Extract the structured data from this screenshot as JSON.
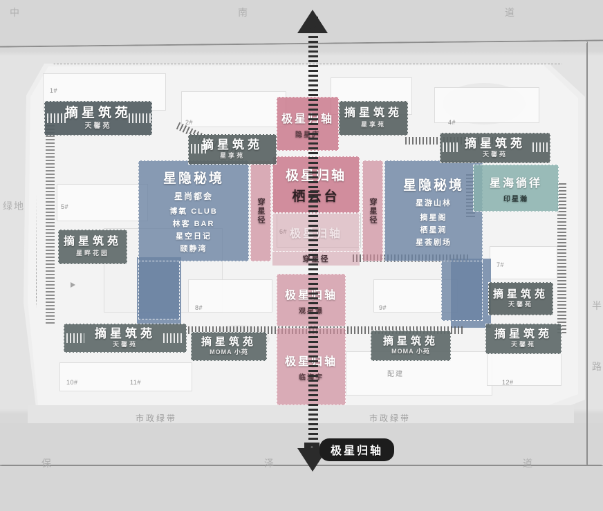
{
  "map": {
    "title": "极星归轴",
    "axis_pill_label": "极星归轴",
    "colors": {
      "blue_zone": "#6C83A2",
      "red_zone": "#C67084",
      "red_soft_zone": "#CD8C9B",
      "teal_zone": "#88B0AD",
      "plaque_grey": "#535D62",
      "axis_black": "#1D1D1D",
      "base_grey": "#D6D6D6",
      "site_white": "#F3F3F3"
    }
  },
  "street_labels": {
    "top": [
      "中",
      "南",
      "道"
    ],
    "left": [
      "绿地"
    ],
    "right": [
      "半",
      "路"
    ],
    "bottom": [
      "保",
      "泽",
      "道"
    ]
  },
  "belt_labels": [
    {
      "text": "市政绿带"
    },
    {
      "text": "市政绿带"
    }
  ],
  "facility_labels": [
    {
      "text": "配建"
    }
  ],
  "buildings": [
    {
      "id": "1#"
    },
    {
      "id": "2#"
    },
    {
      "id": "4#"
    },
    {
      "id": "5#"
    },
    {
      "id": "6#"
    },
    {
      "id": "7#"
    },
    {
      "id": "8#"
    },
    {
      "id": "9#"
    },
    {
      "id": "10#"
    },
    {
      "id": "11#"
    },
    {
      "id": "12#"
    }
  ],
  "plaques": [
    {
      "title": "摘星筑苑",
      "sub": "天馨苑"
    },
    {
      "title": "摘星筑苑",
      "sub": "星享苑"
    },
    {
      "title": "摘星筑苑",
      "sub": "星享苑"
    },
    {
      "title": "摘星筑苑",
      "sub": "天馨苑"
    },
    {
      "title": "摘星筑苑",
      "sub": "星畔花园"
    },
    {
      "title": "摘星筑苑",
      "sub": "天馨苑"
    },
    {
      "title": "摘星筑苑",
      "sub": "MOMA 小苑"
    },
    {
      "title": "摘星筑苑",
      "sub": "MOMA 小苑"
    },
    {
      "title": "摘星筑苑",
      "sub": "天馨苑"
    },
    {
      "title": "摘星筑苑",
      "sub": "天馨苑"
    }
  ],
  "zones": {
    "blue_west": {
      "title": "星隐秘境",
      "sub": "星尚都会",
      "items": [
        "博氧 CLUB",
        "林客 BAR",
        "星空日记",
        "颐静湾"
      ]
    },
    "blue_east": {
      "title": "星隐秘境",
      "sub": "星游山林",
      "items": [
        "摘星阁",
        "栖星涧",
        "星荟剧场"
      ]
    },
    "red_north": {
      "title": "极星归轴",
      "sub": "隐星庐"
    },
    "red_center": {
      "title": "极星归轴",
      "sub": "栖云台"
    },
    "red_center_lower": {
      "title": "极星归轴",
      "sub": ""
    },
    "red_mid": {
      "title": "极星归轴",
      "sub": "观星瀑"
    },
    "red_south": {
      "title": "极星归轴",
      "sub": "临海宇"
    },
    "teal_east": {
      "title": "星海徜徉",
      "sub": "印星瀚"
    },
    "path_west": {
      "title": "穿星径"
    },
    "path_east": {
      "title": "穿星径"
    },
    "path_south": {
      "title": "穿星径"
    }
  }
}
